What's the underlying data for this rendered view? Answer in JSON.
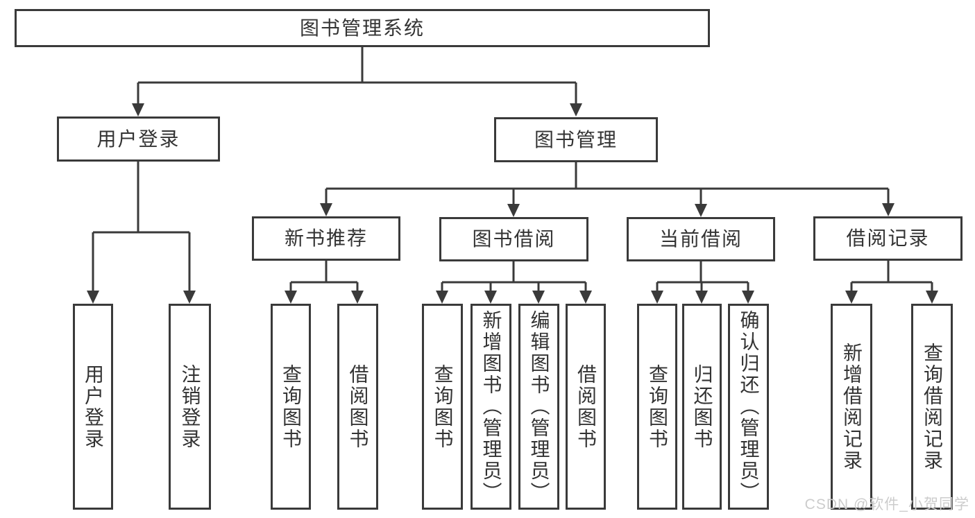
{
  "diagram": {
    "tree": {
      "label": "图书管理系统",
      "children": [
        {
          "label": "用户登录",
          "children": [
            {
              "label": "用户登录"
            },
            {
              "label": "注销登录"
            }
          ]
        },
        {
          "label": "图书管理",
          "children": [
            {
              "label": "新书推荐",
              "children": [
                {
                  "label": "查询图书"
                },
                {
                  "label": "借阅图书"
                }
              ]
            },
            {
              "label": "图书借阅",
              "children": [
                {
                  "label": "查询图书"
                },
                {
                  "label": "新增图书（管理员）"
                },
                {
                  "label": "编辑图书（管理员）"
                },
                {
                  "label": "借阅图书"
                }
              ]
            },
            {
              "label": "当前借阅",
              "children": [
                {
                  "label": "查询图书"
                },
                {
                  "label": "归还图书"
                },
                {
                  "label": "确认归还（管理员）"
                }
              ]
            },
            {
              "label": "借阅记录",
              "children": [
                {
                  "label": "新增借阅记录"
                },
                {
                  "label": "查询借阅记录"
                }
              ]
            }
          ]
        }
      ]
    },
    "watermark": "CSDN @软件_小贺同学",
    "colors": {
      "line": "#3a3a3a",
      "text": "#333333",
      "watermark": "#cccccc",
      "background": "#ffffff"
    }
  }
}
